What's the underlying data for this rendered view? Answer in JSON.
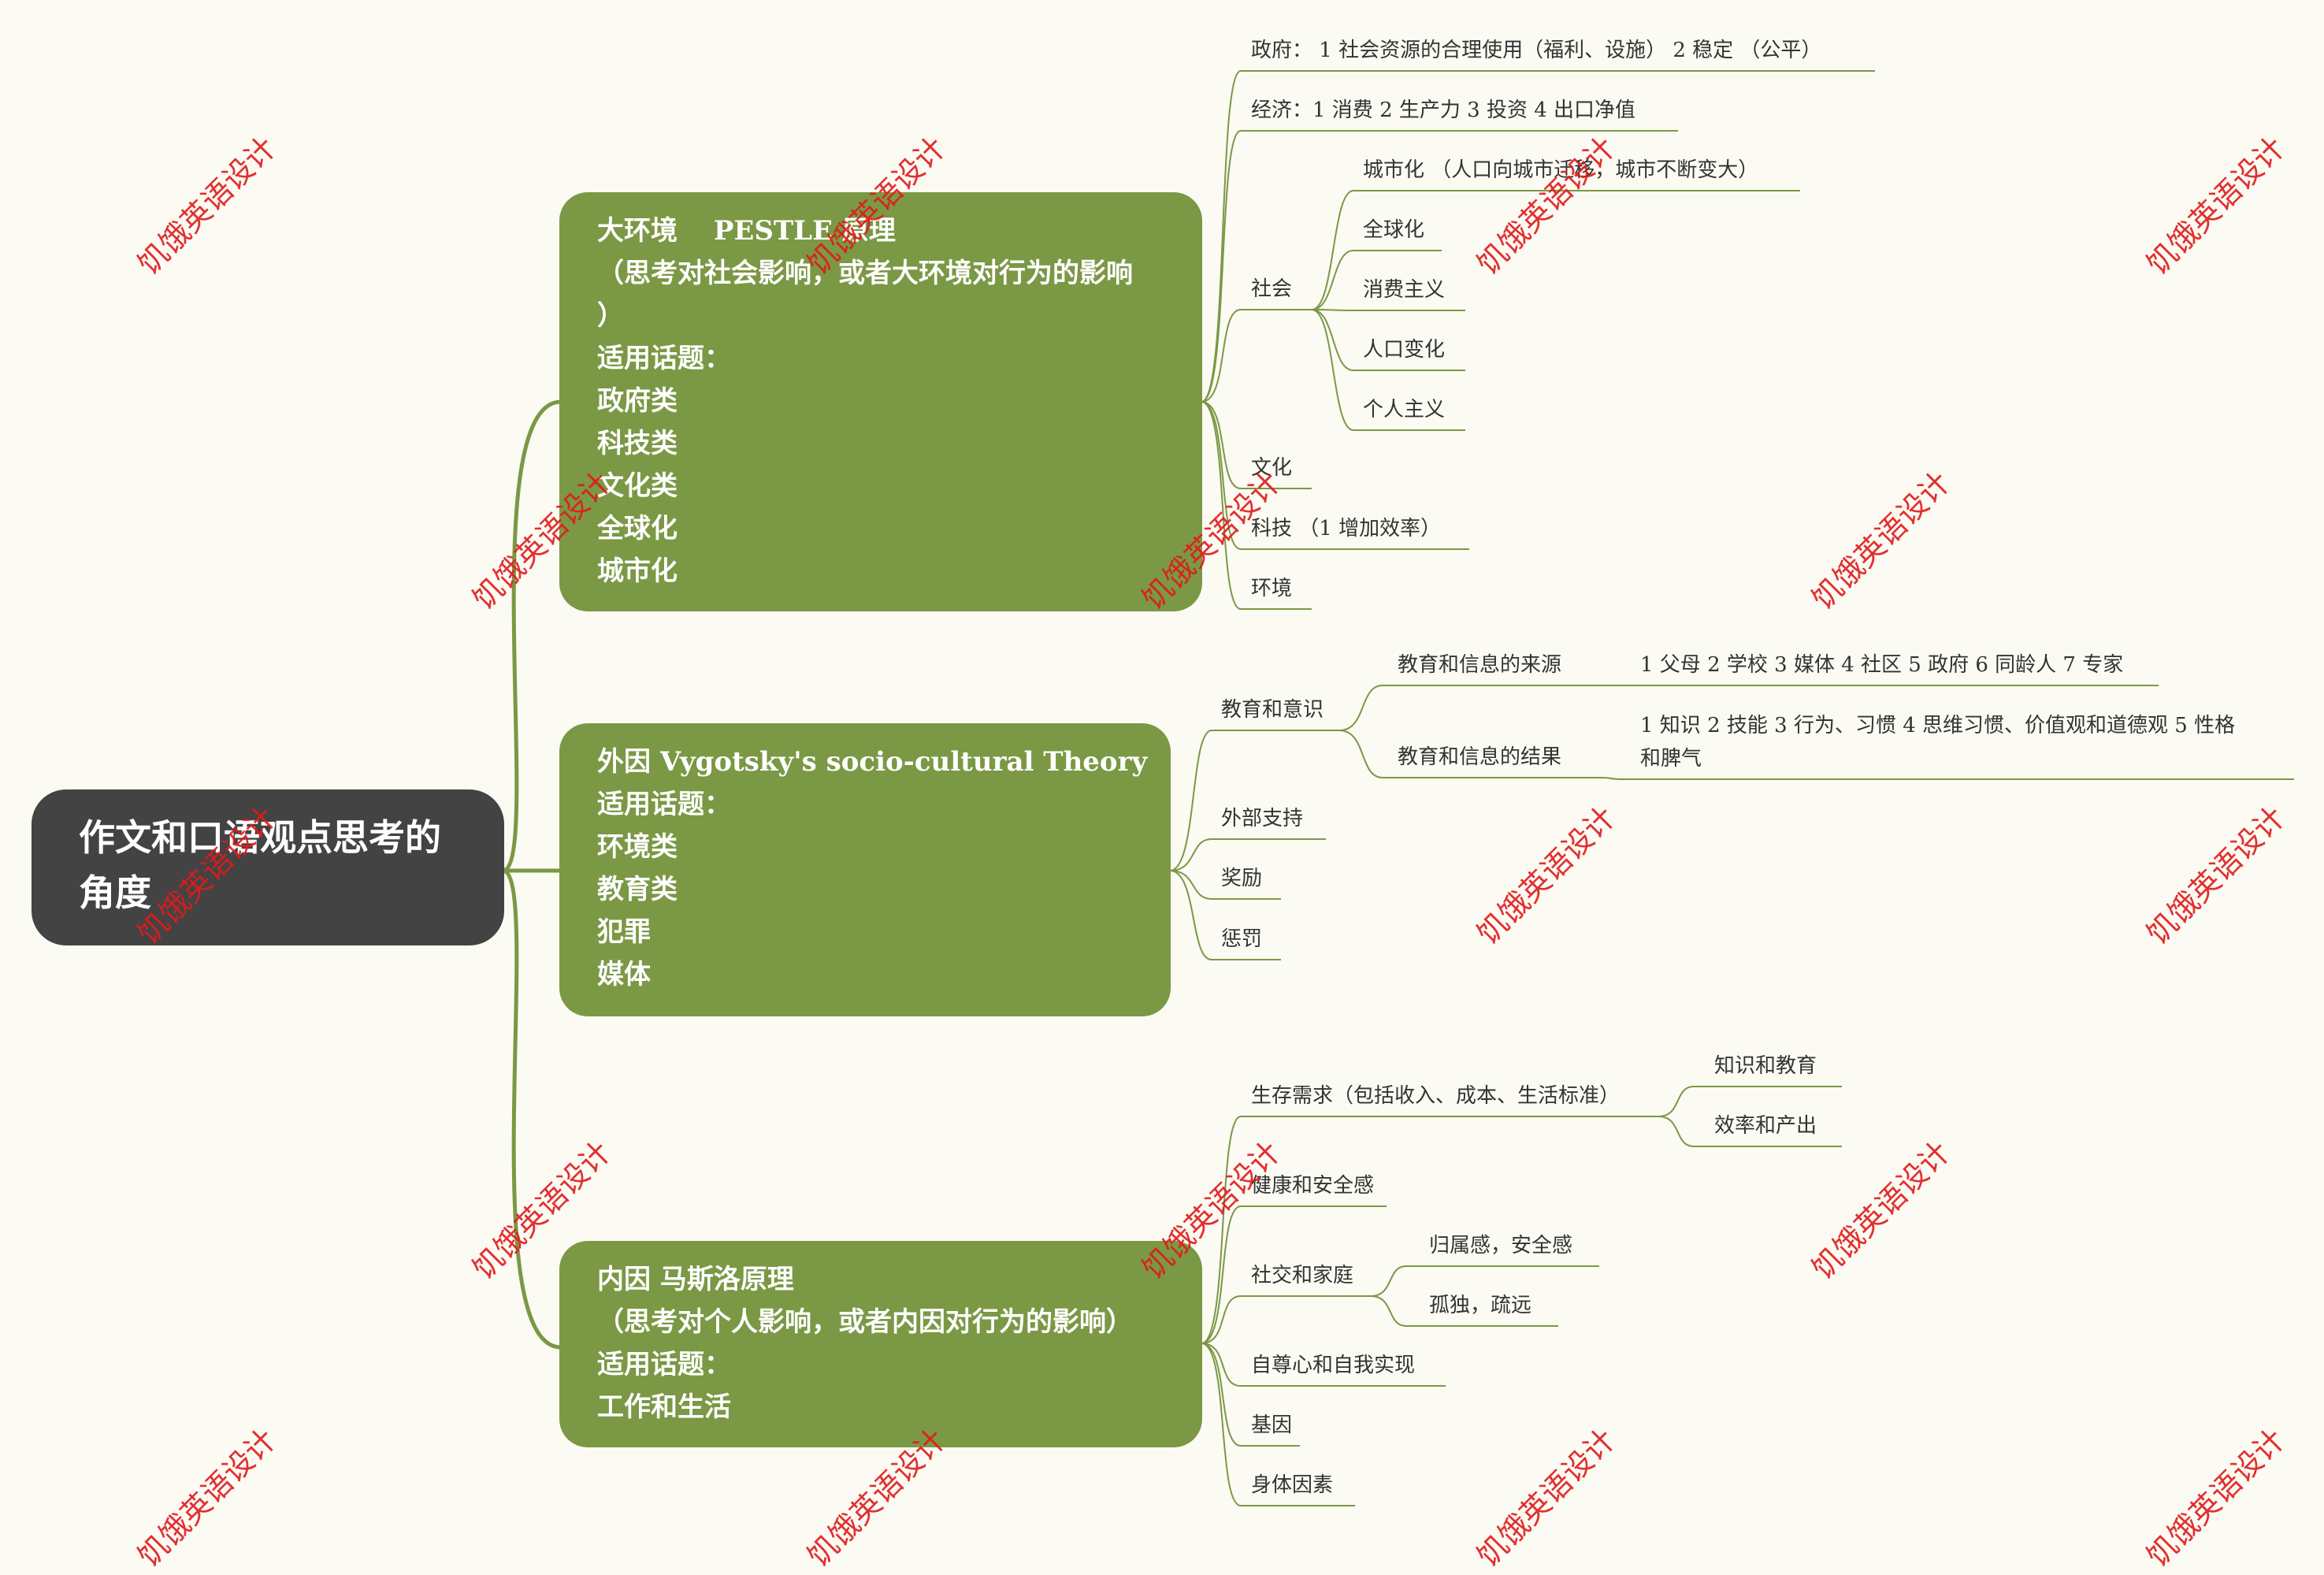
{
  "root": {
    "line1": "作文和口语观点思考的",
    "line2": "角度"
  },
  "branch1": {
    "lines": [
      "大环境 　PESTLE 原理",
      "（思考对社会影响，或者大环境对行为的影响",
      "）",
      "适用话题：",
      "政府类",
      "科技类",
      "文化类",
      "全球化",
      "城市化"
    ],
    "government": "政府： 1 社会资源的合理使用（福利、设施） 2 稳定 （公平）",
    "economy": "经济：1 消费 2 生产力 3 投资 4 出口净值",
    "society": "社会",
    "society_items": [
      "城市化 （人口向城市迁移，城市不断变大）",
      "全球化",
      "消费主义",
      "人口变化",
      "个人主义"
    ],
    "culture": "文化",
    "tech": "科技 （1 增加效率）",
    "environment": "环境"
  },
  "branch2": {
    "lines": [
      "外因 Vygotsky's socio-cultural Theory",
      "适用话题：",
      "环境类",
      "教育类",
      "犯罪",
      "媒体"
    ],
    "edu": "教育和意识",
    "edu_source": "教育和信息的来源",
    "edu_source_detail": "1 父母 2 学校 3 媒体 4 社区 5 政府 6 同龄人 7 专家",
    "edu_result": "教育和信息的结果",
    "edu_result_detail1": "1 知识  2 技能 3 行为、习惯 4 思维习惯、价值观和道德观 5 性格",
    "edu_result_detail2": "和脾气",
    "support": "外部支持",
    "reward": "奖励",
    "punish": "惩罚"
  },
  "branch3": {
    "lines": [
      "内因 马斯洛原理",
      "（思考对个人影响，或者内因对行为的影响）",
      "适用话题：",
      "工作和生活"
    ],
    "survival": "生存需求（包括收入、成本、生活标准）",
    "survival_items": [
      "知识和教育",
      "效率和产出"
    ],
    "health": "健康和安全感",
    "social": "社交和家庭",
    "social_items": [
      "归属感，安全感",
      "孤独，疏远"
    ],
    "esteem": "自尊心和自我实现",
    "gene": "基因",
    "body": "身体因素"
  },
  "watermark": "饥饿英语设计",
  "colors": {
    "branch": "#7b9845",
    "root": "#434343",
    "line": "#7b9845",
    "watermark": "#e01a1a"
  }
}
